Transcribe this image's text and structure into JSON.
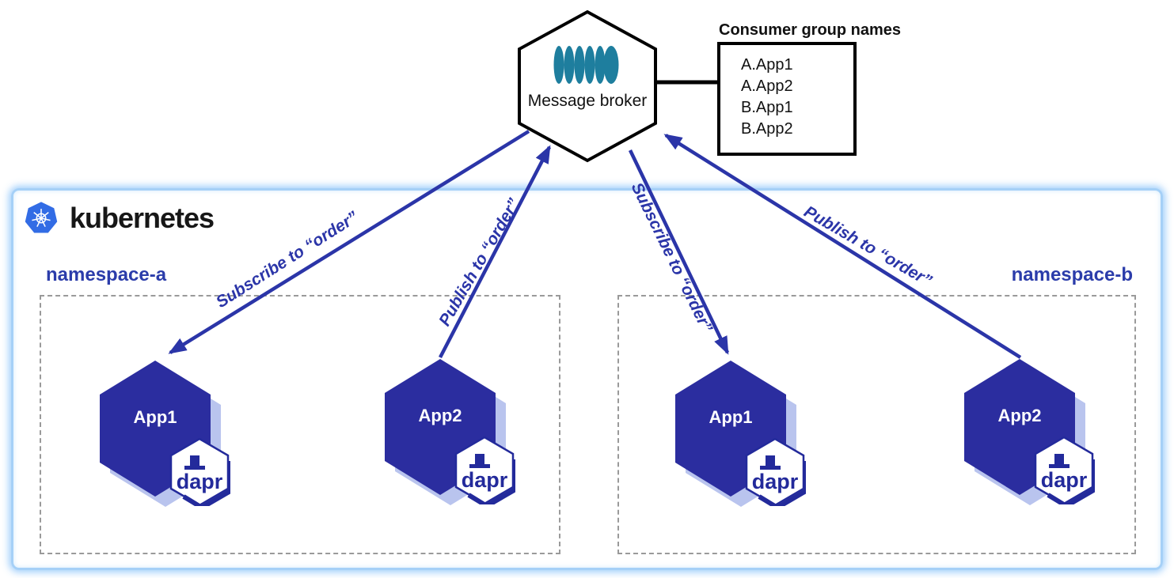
{
  "broker": {
    "label": "Message broker"
  },
  "consumer_groups": {
    "title": "Consumer group names",
    "items": [
      "A.App1",
      "A.App2",
      "B.App1",
      "B.App2"
    ]
  },
  "kubernetes": {
    "label": "kubernetes"
  },
  "namespaces": [
    {
      "name": "namespace-a",
      "apps": [
        {
          "label": "App1"
        },
        {
          "label": "App2"
        }
      ]
    },
    {
      "name": "namespace-b",
      "apps": [
        {
          "label": "App1"
        },
        {
          "label": "App2"
        }
      ]
    }
  ],
  "arrows": [
    {
      "label": "Subscribe to “order”",
      "from": "Message broker",
      "to": "namespace-a App1"
    },
    {
      "label": "Publish to “order”",
      "from": "namespace-a App2",
      "to": "Message broker"
    },
    {
      "label": "Subscribe to “order”",
      "from": "Message broker",
      "to": "namespace-b App1"
    },
    {
      "label": "Publish to “order”",
      "from": "namespace-b App2",
      "to": "Message broker"
    }
  ],
  "dapr": {
    "label": "dapr"
  },
  "icons": {
    "broker_icon": "message-queue-icon",
    "kubernetes_icon": "kubernetes-helm-icon",
    "dapr_icon": "dapr-hexagon-logo"
  },
  "colors": {
    "hexagon_fill": "#2b2d9f",
    "hexagon_shadow": "#b9c4ee",
    "arrow_blue": "#2b35a8",
    "namespace_label_blue": "#2b3caa",
    "kubernetes_blue": "#326ce5",
    "broker_icon_teal": "#1e7e9e",
    "cluster_border": "#a5d0f7",
    "dashed_border": "#9a9a9a"
  }
}
